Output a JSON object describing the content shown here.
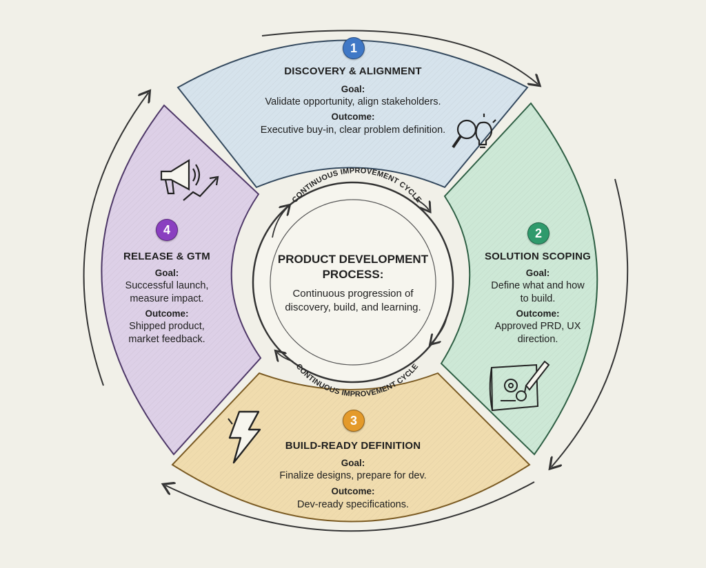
{
  "center": {
    "title_line1": "PRODUCT DEVELOPMENT",
    "title_line2": "PROCESS:",
    "desc_line1": "Continuous progression of",
    "desc_line2": "discovery, build, and learning.",
    "ring_label_top": "CONTINUOUS IMPROVEMENT CYCLE",
    "ring_label_bottom": "CONTINUOUS IMPROVEMENT CYCLE"
  },
  "stages": [
    {
      "number": "1",
      "title": "DISCOVERY & ALIGNMENT",
      "goal_label": "Goal:",
      "goal_line1": "Validate opportunity, align stakeholders.",
      "outcome_label": "Outcome:",
      "outcome_line1": "Executive buy-in, clear problem definition.",
      "icon": "magnifier-lightbulb-icon",
      "color": "#d6e3ec",
      "badge_color": "#3f78c6"
    },
    {
      "number": "2",
      "title": "SOLUTION SCOPING",
      "goal_label": "Goal:",
      "goal_line1": "Define what and how",
      "goal_line2": "to build.",
      "outcome_label": "Outcome:",
      "outcome_line1": "Approved PRD, UX",
      "outcome_line2": "direction.",
      "icon": "blueprint-pencil-icon",
      "color": "#cde8d6",
      "badge_color": "#2f9a6c"
    },
    {
      "number": "3",
      "title": "BUILD-READY DEFINITION",
      "goal_label": "Goal:",
      "goal_line1": "Finalize designs, prepare for dev.",
      "outcome_label": "Outcome:",
      "outcome_line1": "Dev-ready specifications.",
      "icon": "lightning-bolt-icon",
      "color": "#f0dcae",
      "badge_color": "#e49a2a"
    },
    {
      "number": "4",
      "title": "RELEASE & GTM",
      "goal_label": "Goal:",
      "goal_line1": "Successful launch,",
      "goal_line2": "measure impact.",
      "outcome_label": "Outcome:",
      "outcome_line1": "Shipped product,",
      "outcome_line2": "market feedback.",
      "icon": "megaphone-growth-icon",
      "color": "#ddd0e7",
      "badge_color": "#8a3fc0"
    }
  ]
}
